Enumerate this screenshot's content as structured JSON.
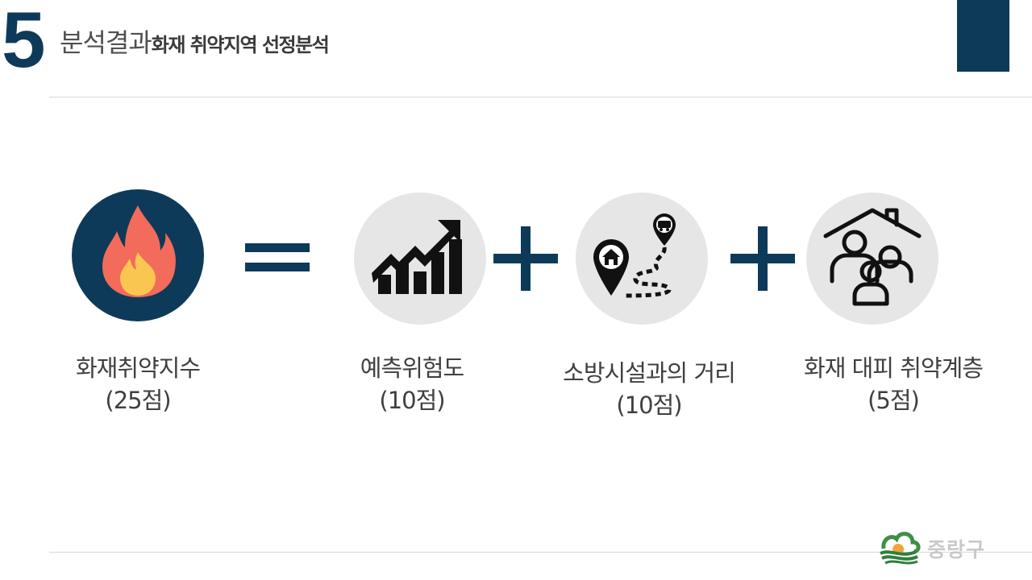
{
  "header": {
    "section_number": "5",
    "title": "분석결과",
    "subtitle": "화재 취약지역 선정분석"
  },
  "formula": {
    "result": {
      "label": "화재취약지수",
      "score": "(25점)",
      "icon": "fire-icon"
    },
    "equals": "equals-icon",
    "plus": "plus-icon",
    "terms": [
      {
        "label": "예측위험도",
        "score": "(10점)",
        "icon": "rising-chart-icon"
      },
      {
        "label": "소방시설과의 거리",
        "score": "(10점)",
        "icon": "route-map-icon"
      },
      {
        "label": "화재 대피 취약계층",
        "score": "(5점)",
        "icon": "family-home-icon"
      }
    ]
  },
  "footer": {
    "logo_text": "중랑구",
    "logo_icon": "jungnang-logo-icon"
  },
  "colors": {
    "navy": "#0e3a5a",
    "circle_grey": "#e7e6e6",
    "flame_outer": "#f26b5b",
    "flame_inner": "#f9c74f"
  }
}
